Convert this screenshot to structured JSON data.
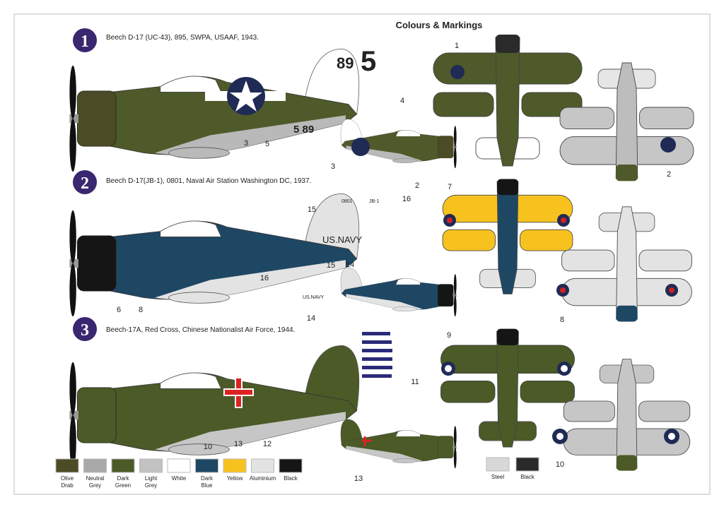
{
  "title": "Colours & Markings",
  "schemes": [
    {
      "number": "1",
      "caption": "Beech D-17 (UC-43), 895, SWPA, USAAF, 1943.",
      "fin_code": "89",
      "fin_letter": "5",
      "small_fin_code": "5 89",
      "main_color": "#4f5a2a",
      "under_color": "#b9b9b9"
    },
    {
      "number": "2",
      "caption": "Beech D-17(JB-1), 0801, Naval Air Station Washington DC, 1937.",
      "fin_code": "0801",
      "fin_code2": "JB-1",
      "rudder_text": "US.NAVY",
      "small_rudder_text": "US.NAVY",
      "main_color": "#1e4764",
      "under_color": "#e3e3e3",
      "wing_color": "#f7c21e"
    },
    {
      "number": "3",
      "caption": "Beech-17A, Red Cross, Chinese Nationalist Air Force, 1944.",
      "main_color": "#4b5a27",
      "under_color": "#c6c6c6",
      "rudder_stripe_color": "#2b2a7a"
    }
  ],
  "callouts": [
    "1",
    "4",
    "3",
    "5",
    "3",
    "2",
    "2",
    "7",
    "15",
    "16",
    "14",
    "6",
    "8",
    "16",
    "15",
    "14",
    "8",
    "9",
    "11",
    "13",
    "10",
    "12",
    "13",
    "10"
  ],
  "legend": [
    {
      "label": "Olive Drab",
      "color": "#4b4b26"
    },
    {
      "label": "Neutral Grey",
      "color": "#a9a9a9"
    },
    {
      "label": "Dark Green",
      "color": "#4b5a27"
    },
    {
      "label": "Light Grey",
      "color": "#c2c2c2"
    },
    {
      "label": "White",
      "color": "#ffffff"
    },
    {
      "label": "Dark Blue",
      "color": "#1e4764"
    },
    {
      "label": "Yellow",
      "color": "#f7c21e"
    },
    {
      "label": "Aluminium",
      "color": "#e3e3e3"
    },
    {
      "label": "Black",
      "color": "#151515"
    }
  ],
  "legend2": [
    {
      "label": "Steel",
      "color": "#d8d8d8"
    },
    {
      "label": "Black",
      "color": "#2a2a2a"
    }
  ],
  "badge_color": "#3b2670"
}
